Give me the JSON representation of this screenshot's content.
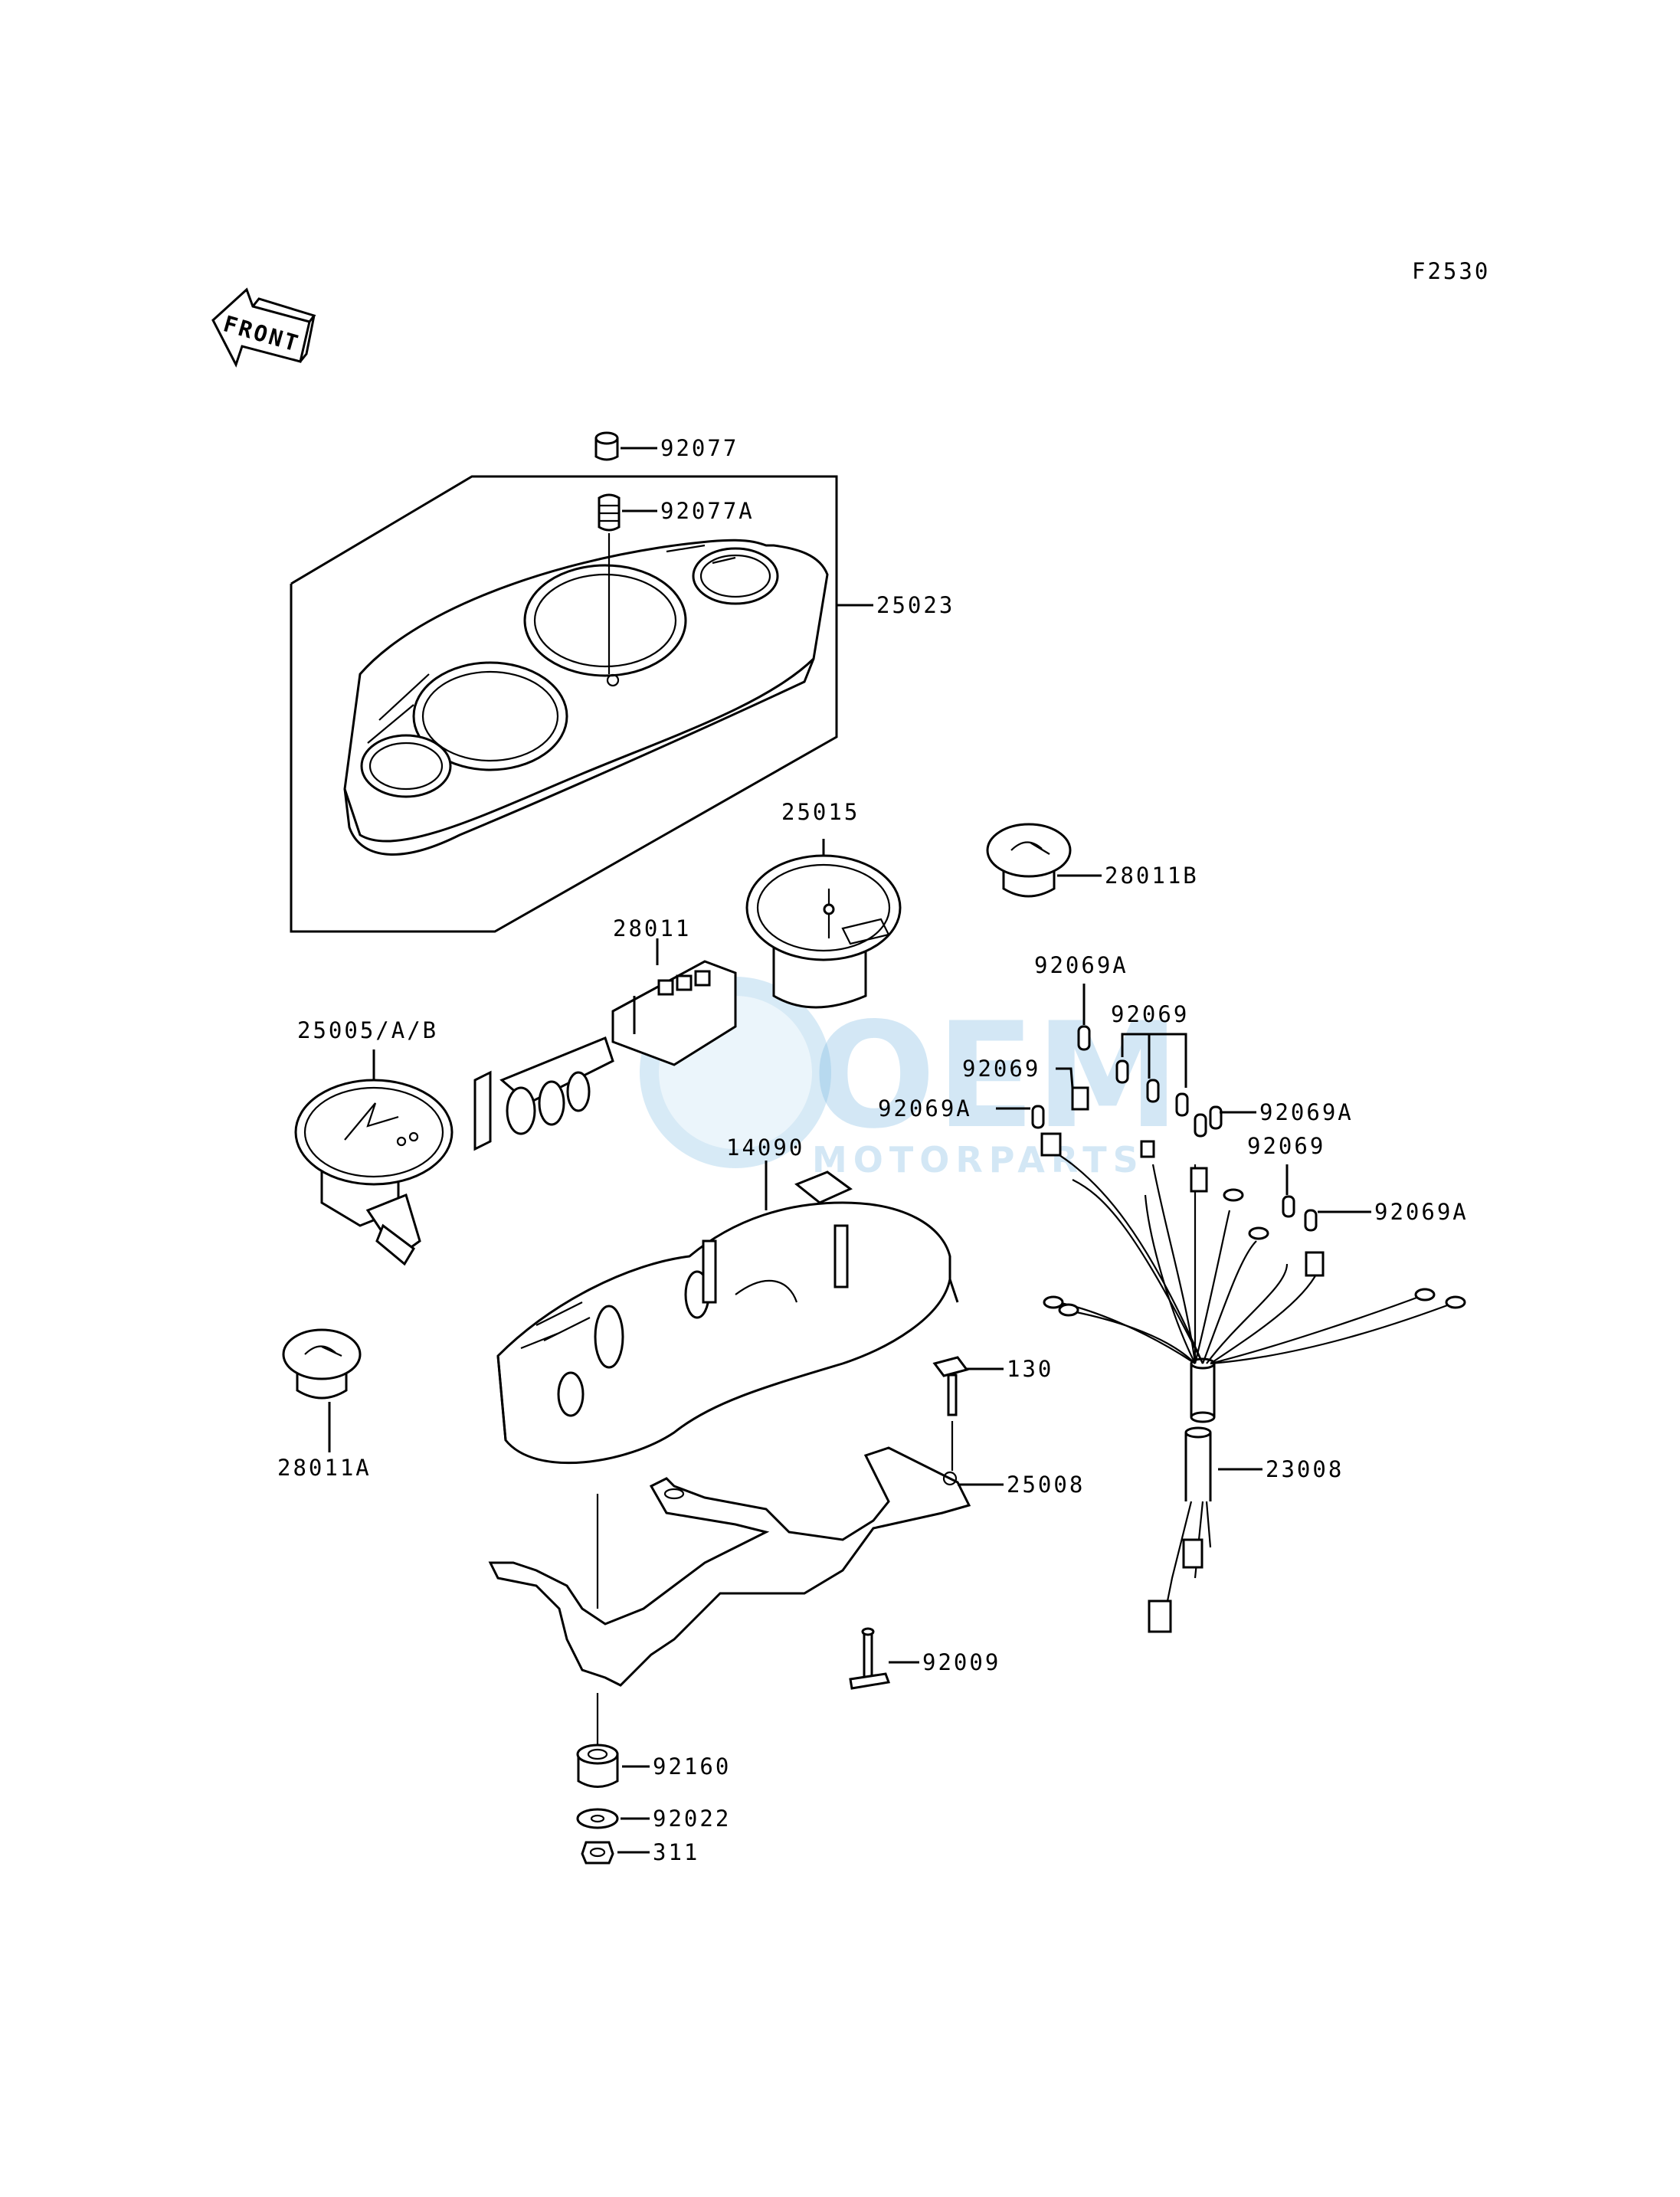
{
  "diagram_code": "F2530",
  "front_arrow": {
    "label": "FRONT",
    "icon": "front-arrow-icon"
  },
  "watermark": {
    "brand": "OEM",
    "sub": "MOTORPARTS"
  },
  "callouts": {
    "c92077": "92077",
    "c92077A": "92077A",
    "c25023": "25023",
    "c25015": "25015",
    "c28011B": "28011B",
    "c28011": "28011",
    "c92069A_top": "92069A",
    "c92069_top": "92069",
    "c25005": "25005/A/B",
    "c92069_left": "92069",
    "c92069A_left": "92069A",
    "c92069A_right": "92069A",
    "c92069_right": "92069",
    "c92069A_right2": "92069A",
    "c14090": "14090",
    "c130": "130",
    "c28011A": "28011A",
    "c25008": "25008",
    "c23008": "23008",
    "c92009": "92009",
    "c92160": "92160",
    "c92022": "92022",
    "c311": "311"
  }
}
